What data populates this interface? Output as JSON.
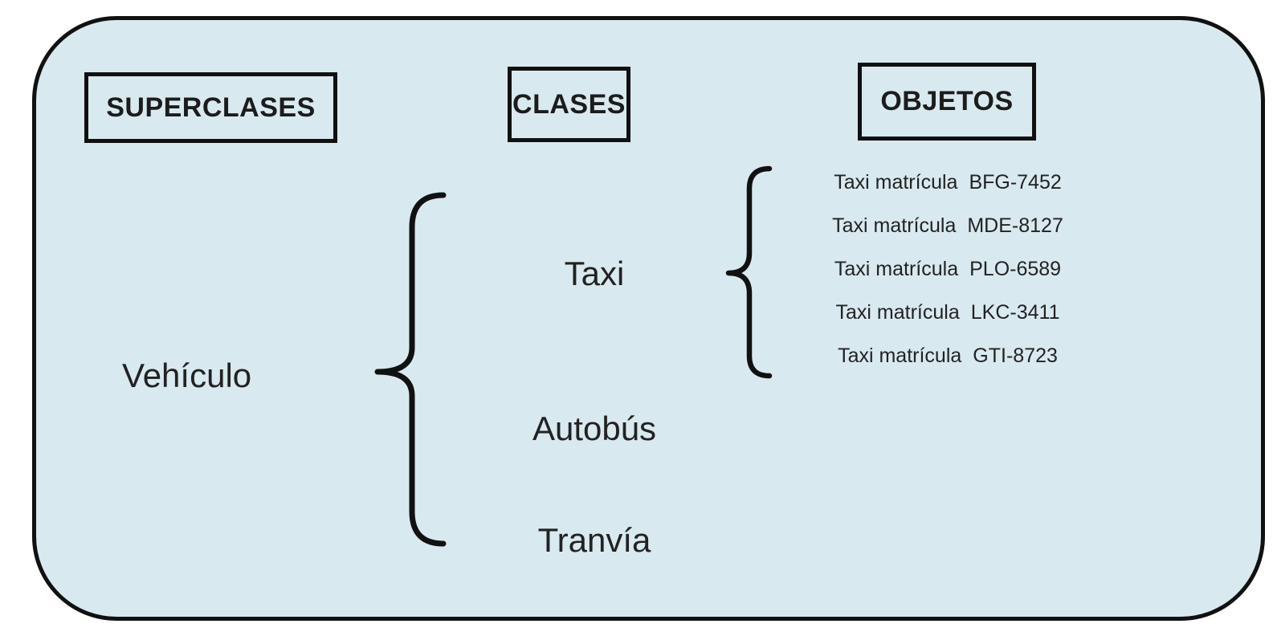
{
  "colors": {
    "panel_fill": "#d9e9f0",
    "border_color": "#111111",
    "text_color": "#1c1c1c"
  },
  "headers": {
    "superclases": "SUPERCLASES",
    "clases": "CLASES",
    "objetos": "OBJETOS"
  },
  "superclass": {
    "label": "Vehículo"
  },
  "classes": [
    {
      "label": "Taxi"
    },
    {
      "label": "Autobús"
    },
    {
      "label": "Tranvía"
    }
  ],
  "objects": [
    {
      "name": "Taxi matrícula",
      "plate": "BFG-7452"
    },
    {
      "name": "Taxi matrícula",
      "plate": "MDE-8127"
    },
    {
      "name": "Taxi matrícula",
      "plate": "PLO-6589"
    },
    {
      "name": "Taxi matrícula",
      "plate": "LKC-3411"
    },
    {
      "name": "Taxi matrícula",
      "plate": "GTI-8723"
    }
  ]
}
